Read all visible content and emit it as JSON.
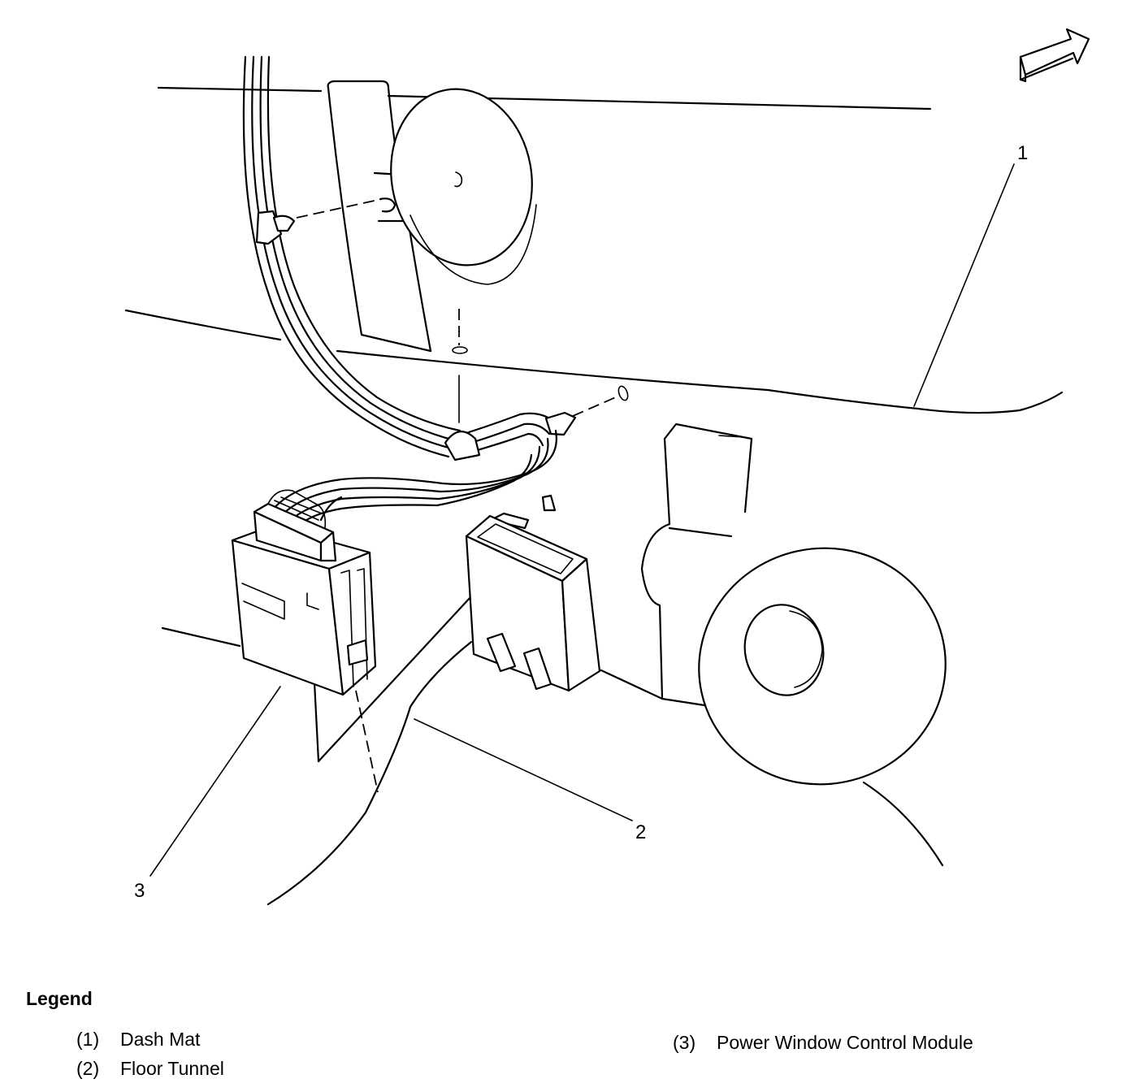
{
  "diagram": {
    "callouts": [
      {
        "id": "1",
        "label": "1"
      },
      {
        "id": "2",
        "label": "2"
      },
      {
        "id": "3",
        "label": "3"
      }
    ]
  },
  "legend": {
    "title": "Legend",
    "items": [
      {
        "num": "(1)",
        "text": "Dash Mat"
      },
      {
        "num": "(2)",
        "text": "Floor Tunnel"
      },
      {
        "num": "(3)",
        "text": "Power Window Control Module"
      }
    ]
  }
}
